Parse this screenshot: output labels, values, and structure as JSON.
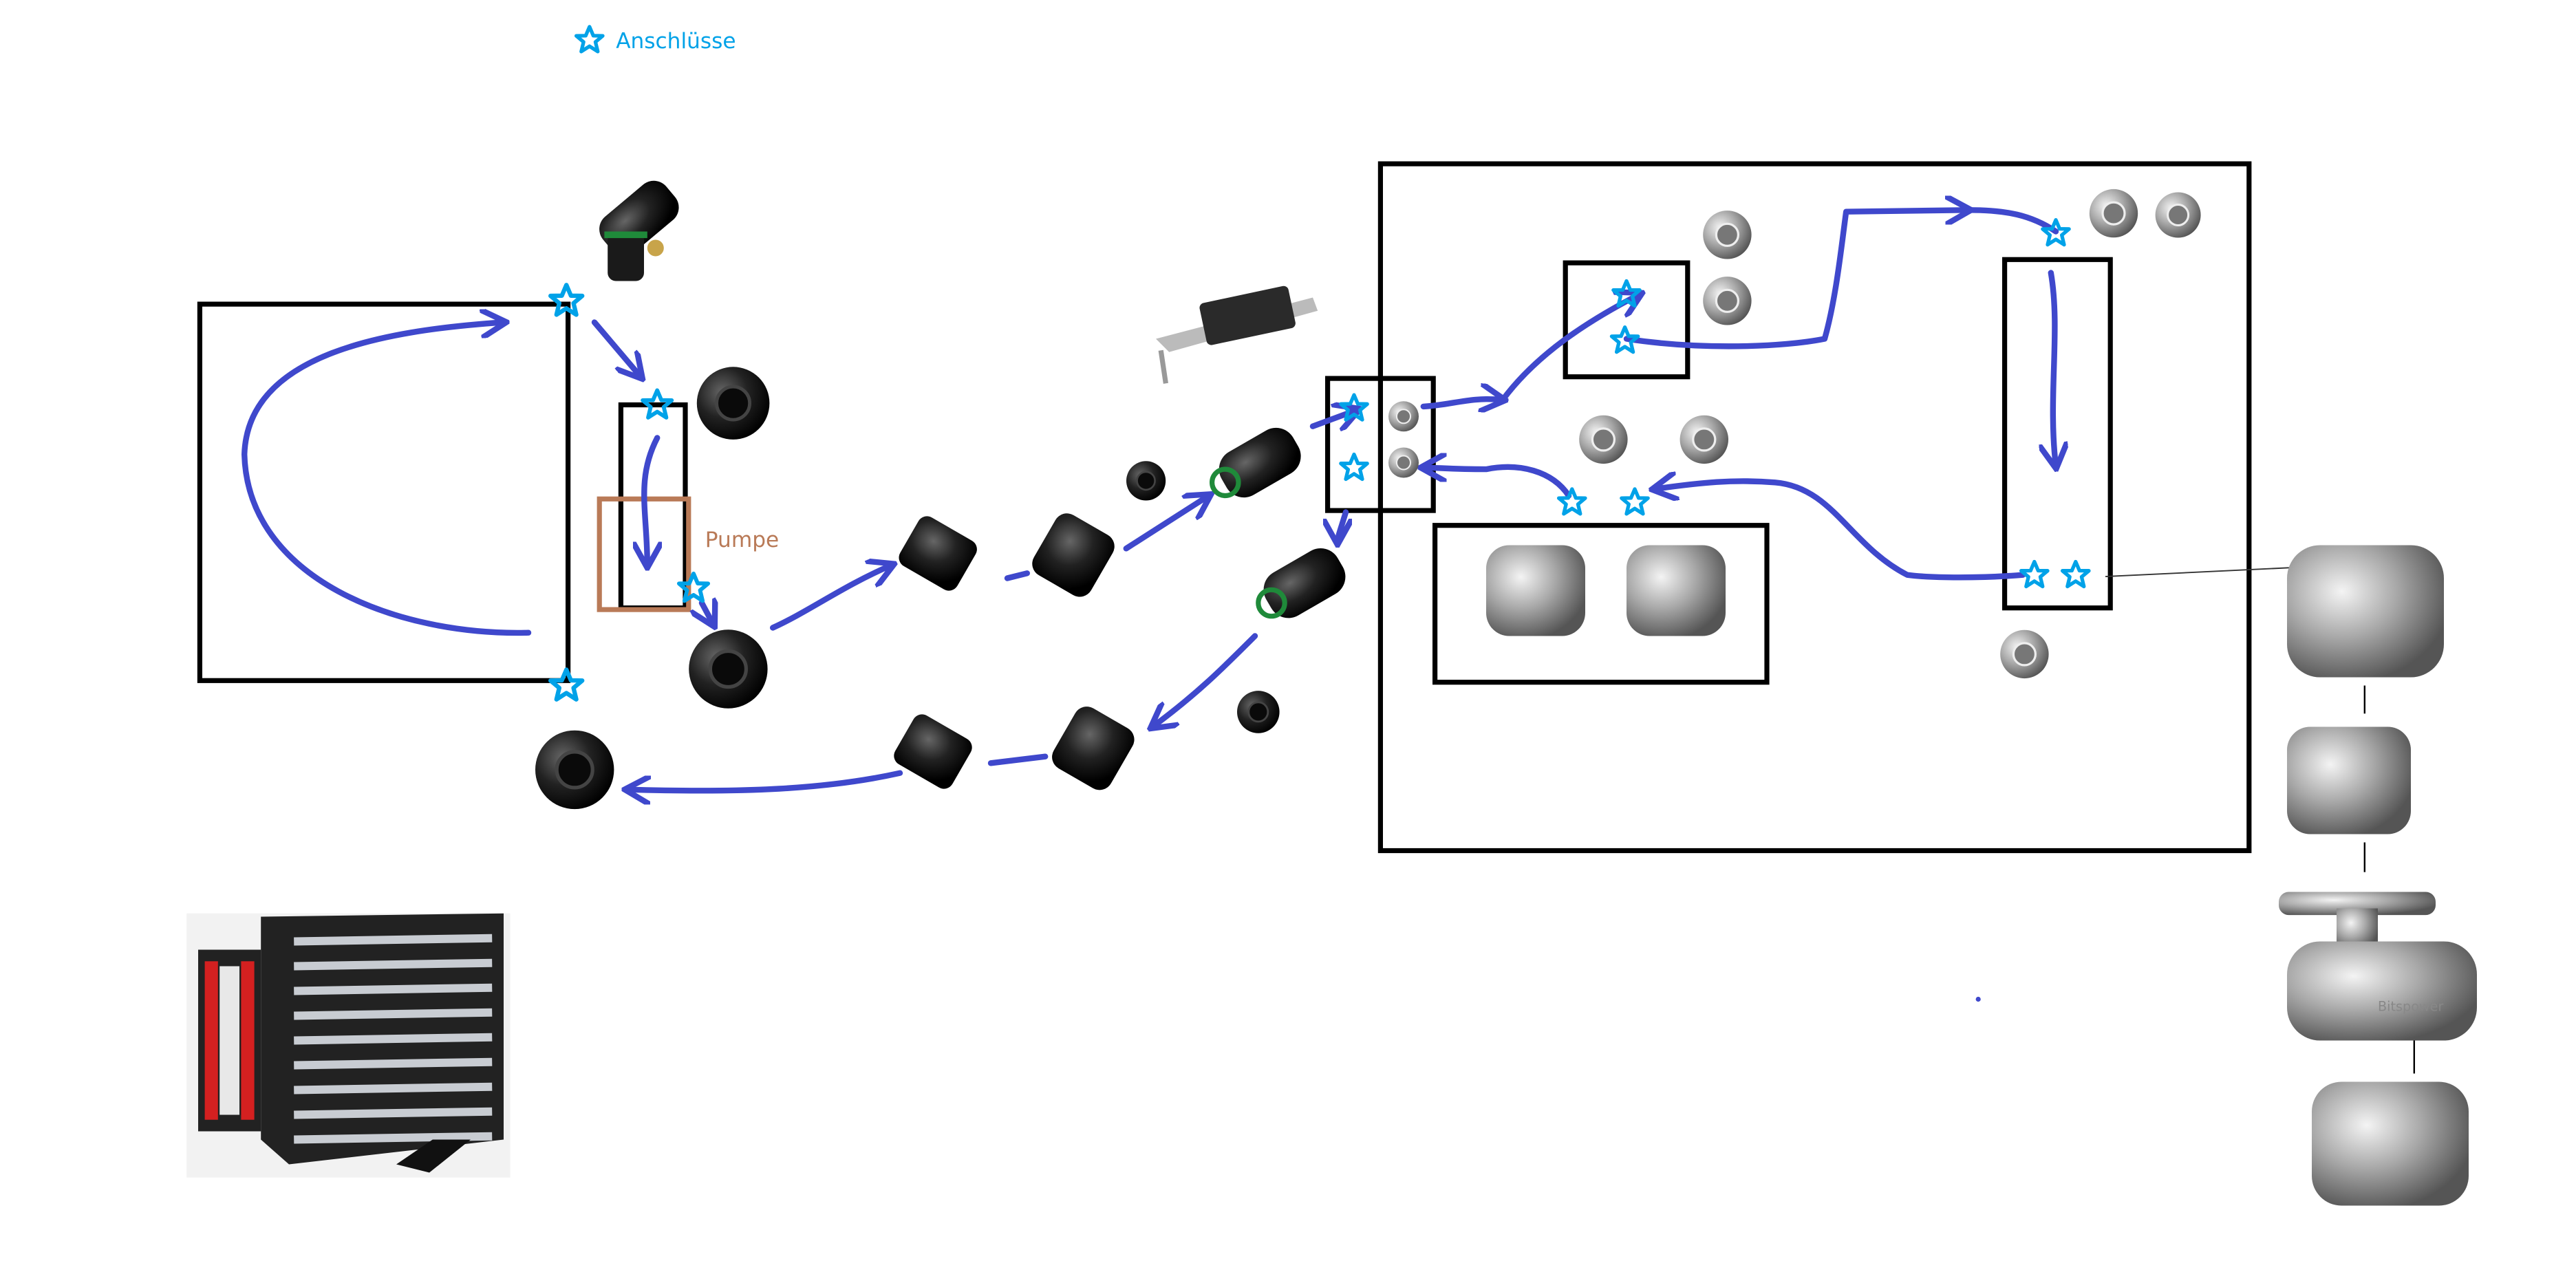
{
  "legend": {
    "icon": "star-outline-icon",
    "label": "Anschlüsse"
  },
  "pump": {
    "label": "Pumpe"
  },
  "logo_text": "Bitspower",
  "colors": {
    "arrow": "#3f48cc",
    "star": "#00a2e8",
    "pump_box": "#b97a57",
    "frame": "#000000",
    "black_fitting": "#1c1c1c",
    "chrome_fitting": "#b8b8b8"
  }
}
